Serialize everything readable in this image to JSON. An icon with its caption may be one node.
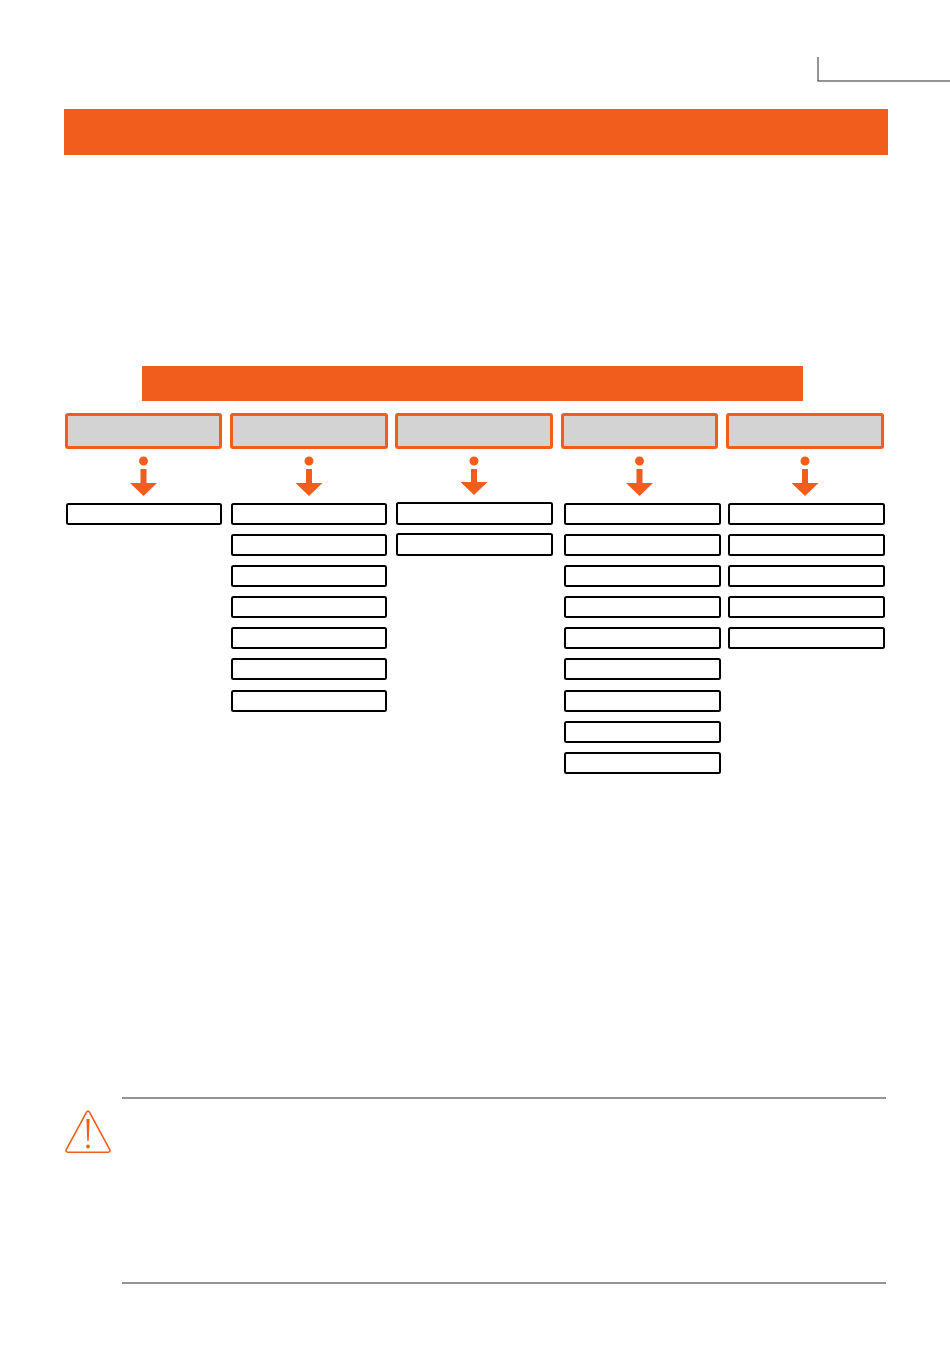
{
  "diagram": {
    "nodes": [
      {
        "text": [],
        "shape": "bar"
      },
      {
        "text": [],
        "shape": "bar"
      },
      {
        "text": [],
        "shape": "box"
      },
      {
        "text": [],
        "shape": "box"
      },
      {
        "text": [],
        "shape": "box"
      },
      {
        "text": [],
        "shape": "box"
      },
      {
        "text": [],
        "shape": "box"
      },
      {
        "text": [],
        "shape": "box"
      },
      {
        "text": [],
        "shape": "box"
      },
      {
        "text": [],
        "shape": "box"
      },
      {
        "text": [],
        "shape": "box"
      },
      {
        "text": [],
        "shape": "box"
      },
      {
        "text": [],
        "shape": "box"
      },
      {
        "text": [],
        "shape": "box"
      },
      {
        "text": [],
        "shape": "box"
      },
      {
        "text": [],
        "shape": "box"
      },
      {
        "text": [],
        "shape": "box"
      },
      {
        "text": [],
        "shape": "box"
      },
      {
        "text": [],
        "shape": "box"
      },
      {
        "text": [],
        "shape": "box"
      },
      {
        "text": [],
        "shape": "box"
      },
      {
        "text": [],
        "shape": "box"
      },
      {
        "text": [],
        "shape": "box"
      },
      {
        "text": [],
        "shape": "box"
      },
      {
        "text": [],
        "shape": "box"
      },
      {
        "text": [],
        "shape": "box"
      },
      {
        "text": [],
        "shape": "box"
      },
      {
        "text": [],
        "shape": "box"
      },
      {
        "text": [],
        "shape": "box"
      },
      {
        "text": [],
        "shape": "box"
      },
      {
        "text": [],
        "shape": "box"
      }
    ],
    "edges": [
      {
        "from": 2,
        "to": 3,
        "arrow": "to"
      },
      {
        "from": 4,
        "to": 5,
        "arrow": "to"
      },
      {
        "from": 12,
        "to": 13,
        "arrow": "to"
      },
      {
        "from": 15,
        "to": 16,
        "arrow": "to"
      },
      {
        "from": 25,
        "to": 26,
        "arrow": "to"
      }
    ]
  }
}
